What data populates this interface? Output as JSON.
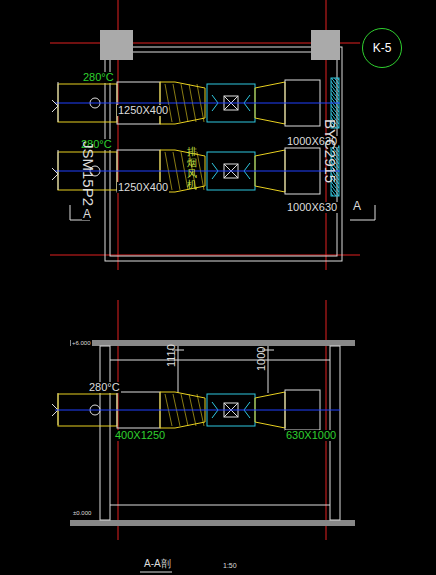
{
  "diagram": {
    "nodes": [
      {
        "text": [
          "K-5"
        ]
      }
    ],
    "labels": [
      "280°C",
      "1250X400",
      "280°C",
      "1000X630",
      "JSM15P2",
      "排烟风机",
      "1250X400",
      "1000X630",
      "BYC2915",
      "A",
      "A",
      "+6.000",
      "280°C",
      "1110",
      "1000",
      "400X1250",
      "630X1000",
      "±0.000",
      "A-A剖",
      "1:50"
    ]
  }
}
